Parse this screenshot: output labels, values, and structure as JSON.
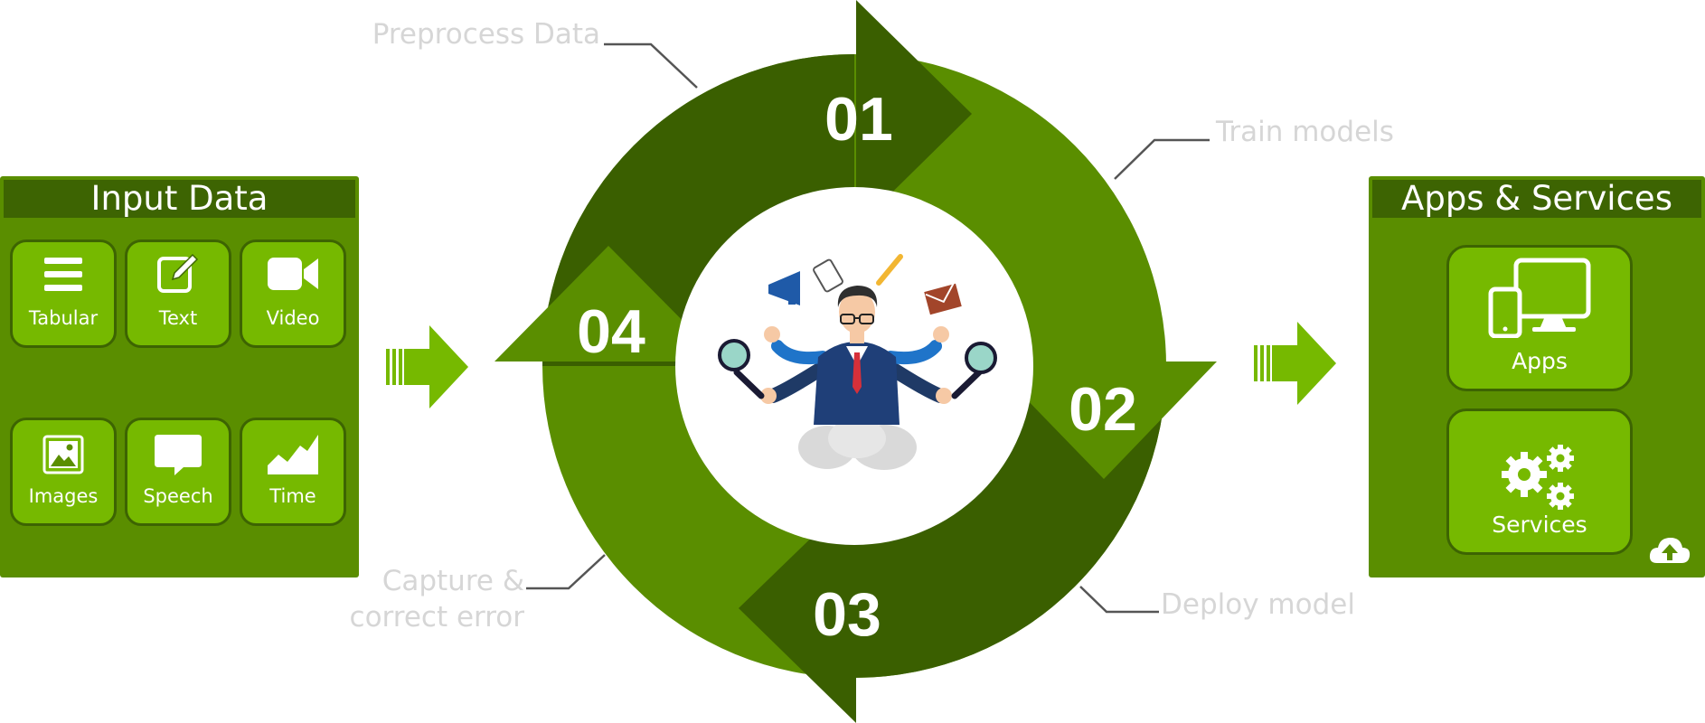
{
  "input_panel": {
    "title": "Input Data",
    "tiles": [
      {
        "label": "Tabular",
        "icon": "tabular-icon"
      },
      {
        "label": "Text",
        "icon": "text-edit-icon"
      },
      {
        "label": "Video",
        "icon": "video-camera-icon"
      },
      {
        "label": "Images",
        "icon": "image-icon"
      },
      {
        "label": "Speech",
        "icon": "speech-bubble-icon"
      },
      {
        "label": "Time",
        "icon": "time-series-icon"
      }
    ]
  },
  "cycle": {
    "steps": [
      {
        "number": "01",
        "label": "Preprocess Data"
      },
      {
        "number": "02",
        "label": "Train models"
      },
      {
        "number": "03",
        "label": "Deploy model"
      },
      {
        "number": "04",
        "label": "Capture &\ncorrect error"
      }
    ],
    "center_icon": "multitasking-person-illustration"
  },
  "apps_panel": {
    "title": "Apps & Services",
    "tiles": [
      {
        "label": "Apps",
        "icon": "devices-icon"
      },
      {
        "label": "Services",
        "icon": "gears-icon"
      }
    ],
    "corner_icon": "cloud-upload-icon"
  },
  "colors": {
    "panel_green": "#5a8e00",
    "tile_green": "#76b900",
    "dark_green": "#3d6402",
    "cycle_dark": "#3a5f00",
    "cycle_mid": "#5a8e00",
    "label_gray": "#d6d6d6"
  }
}
